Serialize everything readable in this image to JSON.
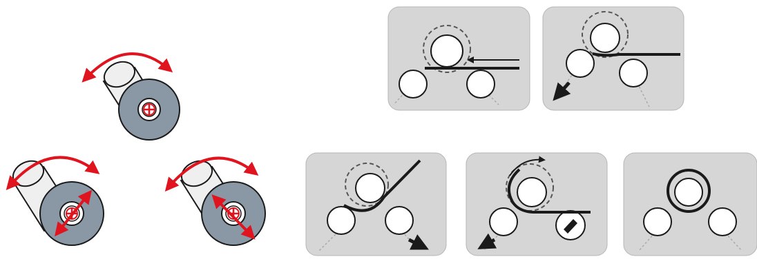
{
  "diagram": {
    "colors": {
      "background": "#ffffff",
      "panel": "#d6d6d6",
      "roller_face": "#8a97a5",
      "roller_body": "#efefef",
      "outline": "#1a1a1a",
      "arrow": "#e0141e",
      "dashed": "#555555",
      "guide_line": "#aaaaaa"
    },
    "rollers": [
      {
        "name": "roller-rotate",
        "mark": "center-cross",
        "arrows": [
          "rotate"
        ]
      },
      {
        "name": "roller-shift-a",
        "mark": "diagonal-shift",
        "arrows": [
          "rotate",
          "shift"
        ]
      },
      {
        "name": "roller-shift-b",
        "mark": "diagonal-shift",
        "arrows": [
          "rotate",
          "shift"
        ]
      }
    ],
    "steps": [
      {
        "name": "step-1",
        "feed": "straight"
      },
      {
        "name": "step-2",
        "feed": "lift"
      },
      {
        "name": "step-3",
        "feed": "wrap"
      },
      {
        "name": "step-4",
        "feed": "wrap-rotate"
      },
      {
        "name": "step-5",
        "feed": "full-roll"
      }
    ]
  }
}
